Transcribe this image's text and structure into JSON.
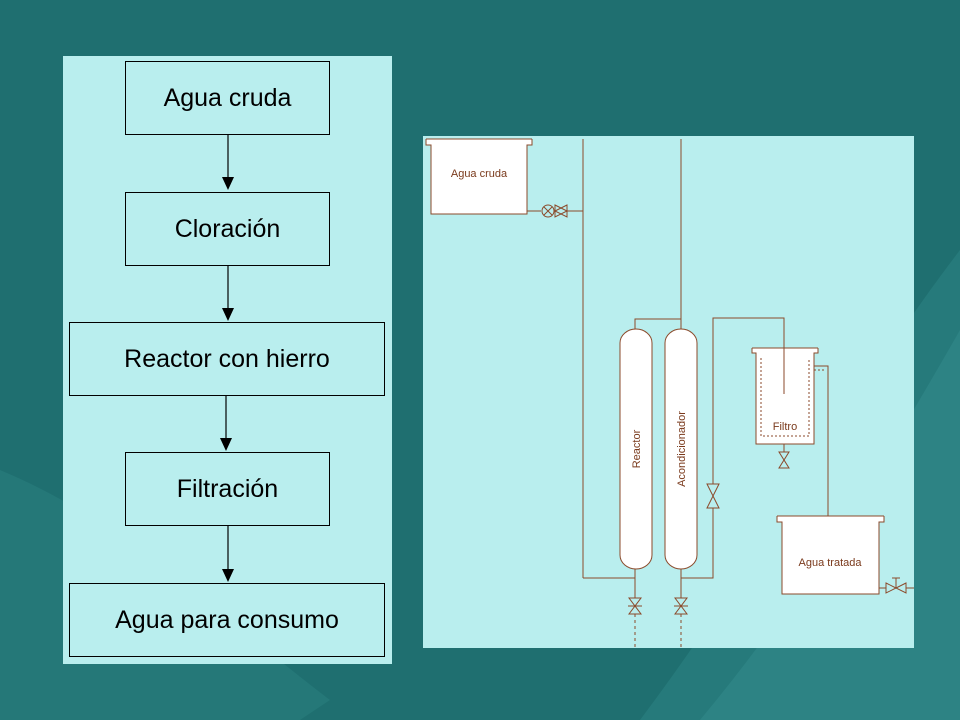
{
  "flowchart": {
    "steps": [
      "Agua cruda",
      "Cloración",
      "Reactor con hierro",
      "Filtración",
      "Agua para consumo"
    ]
  },
  "schematic": {
    "raw_tank_label": "Agua cruda",
    "reactor_label": "Reactor",
    "conditioner_label": "Acondicionador",
    "filter_label": "Filtro",
    "treated_tank_label": "Agua tratada"
  },
  "colors": {
    "background": "#1f6f70",
    "panel": "#b9eeee",
    "schematic_line": "#8b4a2b"
  }
}
